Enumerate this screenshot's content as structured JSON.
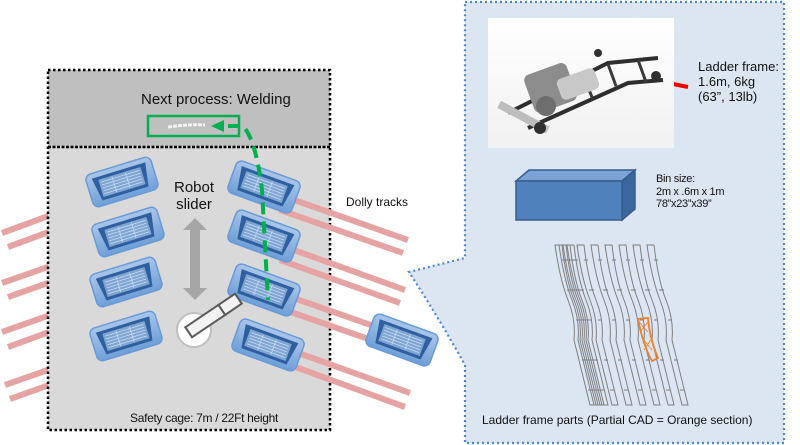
{
  "left_panel": {
    "next_process_label": "Next process: Welding",
    "robot_slider_label": [
      "Robot",
      "slider"
    ],
    "dolly_tracks_label": "Dolly tracks",
    "safety_cage_label": "Safety cage: 7m / 22Ft height"
  },
  "callout": {
    "ladder_frame_label": [
      "Ladder frame:",
      "1.6m, 6kg",
      "(63”, 13lb)"
    ],
    "bin_size_label": [
      "Bin size:",
      "2m x .6m x 1m",
      "78”x23”x39”"
    ],
    "parts_caption": "Ladder frame parts (Partial CAD = Orange section)",
    "photo_subject": "truck chassis ladder frame with engine"
  },
  "colors": {
    "cage_fill": "#d9d9d9",
    "process_zone_fill": "#bfbfbf",
    "bin_blue": "#4f81bd",
    "bin_light": "#8db4e2",
    "track_pink": "#e6a3a3",
    "path_green": "#00b050",
    "callout_fill": "#dce6f2",
    "callout_border": "#4a86d4",
    "arrow_red": "#ff0000",
    "cad_orange": "#f07f2a"
  }
}
